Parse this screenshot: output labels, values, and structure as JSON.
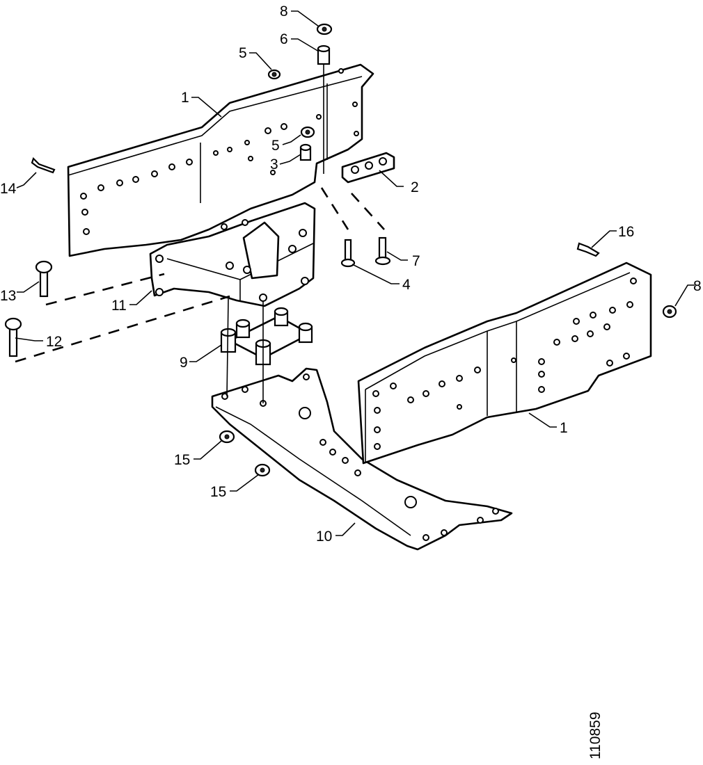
{
  "callouts": {
    "c1_top": "1",
    "c1_right": "1",
    "c2": "2",
    "c3": "3",
    "c4": "4",
    "c5_top": "5",
    "c5_mid": "5",
    "c6": "6",
    "c7": "7",
    "c8_top": "8",
    "c8_right": "8",
    "c9": "9",
    "c10": "10",
    "c11": "11",
    "c12": "12",
    "c13": "13",
    "c14": "14",
    "c15_a": "15",
    "c15_b": "15",
    "c16": "16"
  },
  "drawing_id": "110859"
}
